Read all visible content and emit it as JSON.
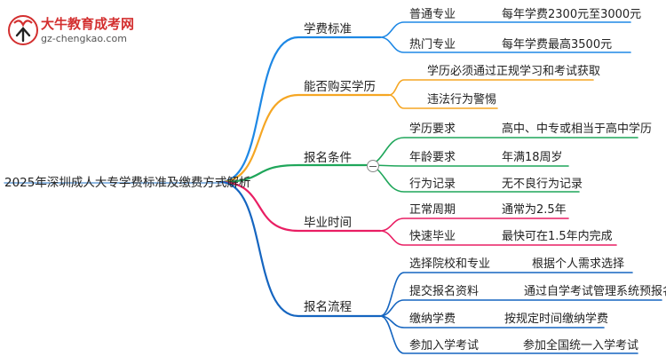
{
  "logo": {
    "name": "大牛教育成考网",
    "url": "gz-chengkao.com",
    "colors": {
      "brand": "#d32f2f"
    }
  },
  "root": {
    "label": "2025年深圳成人大专学费标准及缴费方式解析"
  },
  "branches": [
    {
      "label": "学费标准",
      "color": "#1e88e5",
      "children": [
        {
          "label": "普通专业",
          "value": "每年学费2300元至3000元"
        },
        {
          "label": "热门专业",
          "value": "每年学费最高3500元"
        }
      ]
    },
    {
      "label": "能否购买学历",
      "color": "#f5a623",
      "children": [
        {
          "label": "学历必须通过正规学习和考试获取"
        },
        {
          "label": "违法行为警惕"
        }
      ]
    },
    {
      "label": "报名条件",
      "color": "#1fa65a",
      "children": [
        {
          "label": "学历要求",
          "value": "高中、中专或相当于高中学历"
        },
        {
          "label": "年龄要求",
          "value": "年满18周岁"
        },
        {
          "label": "行为记录",
          "value": "无不良行为记录"
        }
      ]
    },
    {
      "label": "毕业时间",
      "color": "#e91e63",
      "children": [
        {
          "label": "正常周期",
          "value": "通常为2.5年"
        },
        {
          "label": "快速毕业",
          "value": "最快可在1.5年内完成"
        }
      ]
    },
    {
      "label": "报名流程",
      "color": "#1565c0",
      "children": [
        {
          "label": "选择院校和专业",
          "value": "根据个人需求选择"
        },
        {
          "label": "提交报名资料",
          "value": "通过自学考试管理系统预报名"
        },
        {
          "label": "缴纳学费",
          "value": "按规定时间缴纳学费"
        },
        {
          "label": "参加入学考试",
          "value": "参加全国统一入学考试"
        }
      ]
    }
  ]
}
